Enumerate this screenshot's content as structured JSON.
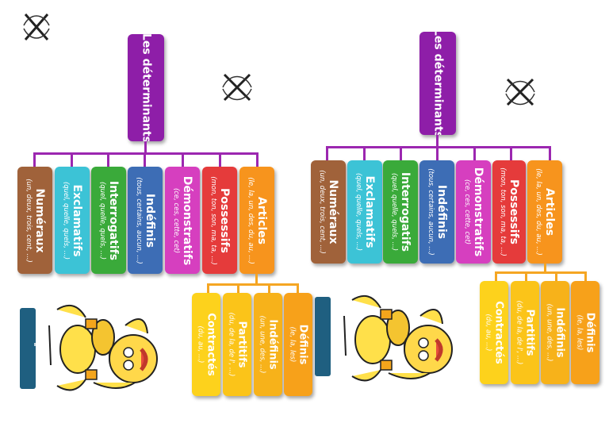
{
  "diagram": {
    "title": "Les déterminants",
    "categories": [
      {
        "name": "Articles",
        "examples": "(le, la, un, des, du, au, ...)",
        "color": "#f7941d"
      },
      {
        "name": "Possessifs",
        "examples": "(mon, ton, son, ma, ta, ...)",
        "color": "#e53b3b"
      },
      {
        "name": "Démonstratifs",
        "examples": "(ce, ces, cette, cet)",
        "color": "#d63fbf"
      },
      {
        "name": "Indéfinis",
        "examples": "(tous, certains, aucun, ...)",
        "color": "#3d6db5"
      },
      {
        "name": "Interrogatifs",
        "examples": "(quel, quelle, quels, ...)",
        "color": "#3aaa3a"
      },
      {
        "name": "Exclamatifs",
        "examples": "(quel, quelle, quels, ...)",
        "color": "#3cc3d6"
      },
      {
        "name": "Numéraux",
        "examples": "(un, deux, trois, cent, ...)",
        "color": "#a0623a"
      }
    ],
    "articles_sub": [
      {
        "name": "Définis",
        "examples": "(le, la, les)",
        "color": "#f7a11a"
      },
      {
        "name": "Indéfinis",
        "examples": "(un, une, des, ...)",
        "color": "#f7b21a"
      },
      {
        "name": "Partitifs",
        "examples": "(du, de la, de l', ...)",
        "color": "#fbc419"
      },
      {
        "name": "Contractés",
        "examples": "(du, au, ...)",
        "color": "#fdd21c"
      }
    ],
    "title_color": "#8e1ea8"
  }
}
